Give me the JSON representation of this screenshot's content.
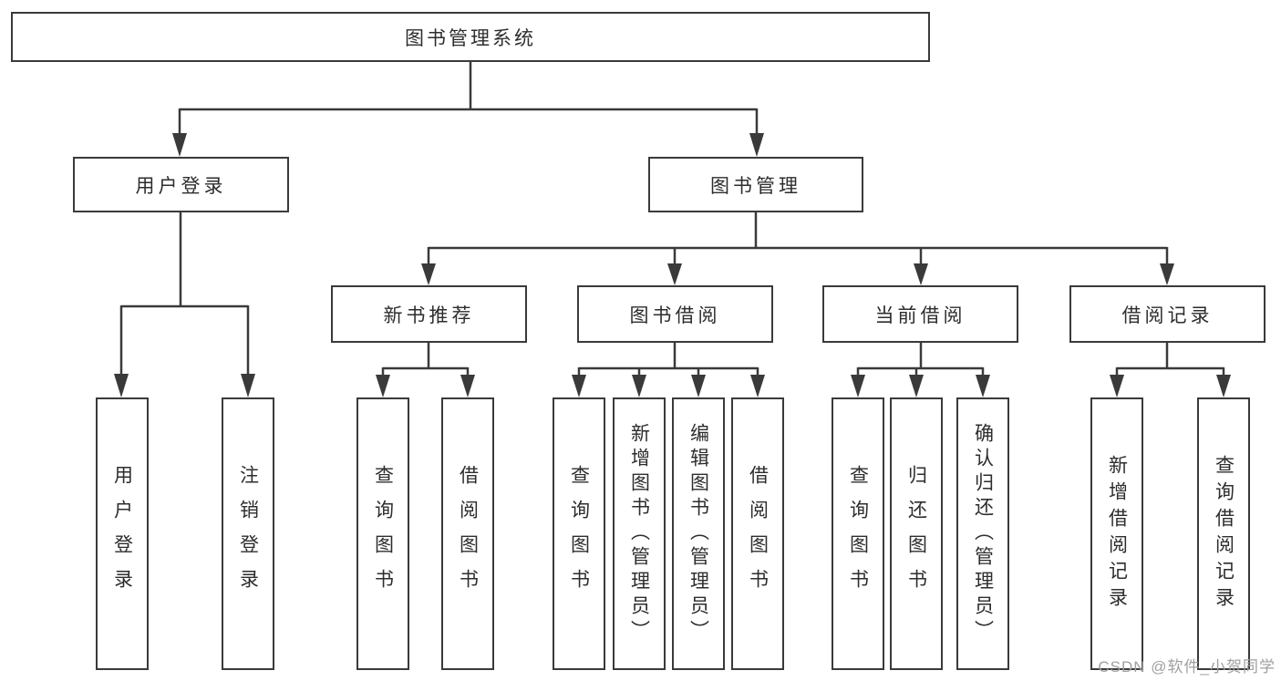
{
  "diagram": {
    "root": {
      "label": "图书管理系统"
    },
    "branches": [
      {
        "label": "用户登录",
        "children": [
          {
            "label": "用户登录"
          },
          {
            "label": "注销登录"
          }
        ]
      },
      {
        "label": "图书管理",
        "groups": [
          {
            "label": "新书推荐",
            "children": [
              {
                "label": "查询图书"
              },
              {
                "label": "借阅图书"
              }
            ]
          },
          {
            "label": "图书借阅",
            "children": [
              {
                "label": "查询图书"
              },
              {
                "label": "新增图书（管理员）"
              },
              {
                "label": "编辑图书（管理员）"
              },
              {
                "label": "借阅图书"
              }
            ]
          },
          {
            "label": "当前借阅",
            "children": [
              {
                "label": "查询图书"
              },
              {
                "label": "归还图书"
              },
              {
                "label": "确认归还（管理员）"
              }
            ]
          },
          {
            "label": "借阅记录",
            "children": [
              {
                "label": "新增借阅记录"
              },
              {
                "label": "查询借阅记录"
              }
            ]
          }
        ]
      }
    ]
  },
  "watermark": {
    "text": "CSDN @软件_小贺同学"
  },
  "colors": {
    "line": "#3a3a3a",
    "box_border": "#3a3a3a",
    "text": "#2d2d2d",
    "watermark": "#a0a0a0",
    "background": "#ffffff"
  }
}
